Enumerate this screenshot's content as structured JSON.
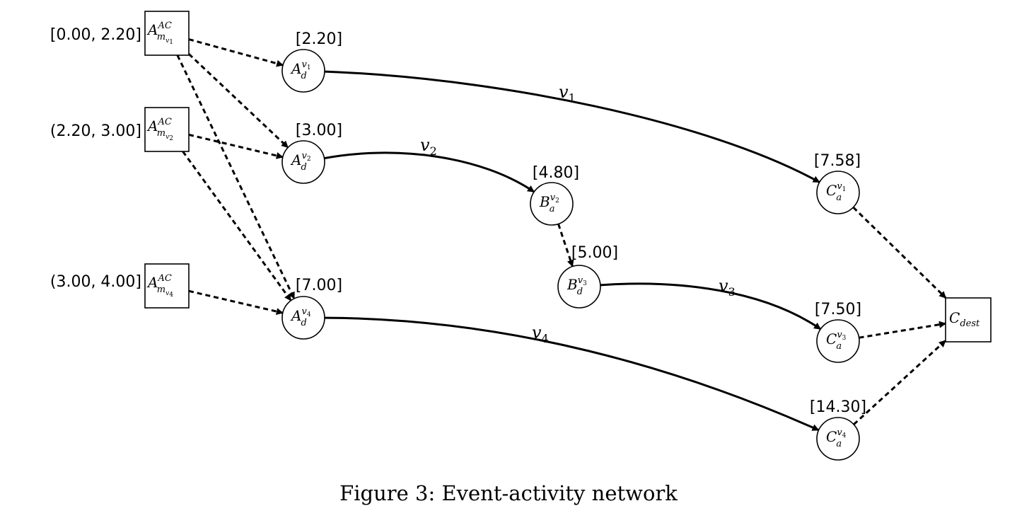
{
  "caption": "Figure 3: Event-activity network",
  "nodes": {
    "am1": {
      "shape": "box",
      "base": "A",
      "sup": "AC",
      "sub": "m",
      "subsub": "v",
      "subsubidx": "1",
      "time": "[0.00, 2.20]"
    },
    "am2": {
      "shape": "box",
      "base": "A",
      "sup": "AC",
      "sub": "m",
      "subsub": "v",
      "subsubidx": "2",
      "time": "(2.20, 3.00]"
    },
    "am4": {
      "shape": "box",
      "base": "A",
      "sup": "AC",
      "sub": "m",
      "subsub": "v",
      "subsubidx": "4",
      "time": "(3.00, 4.00]"
    },
    "ad1": {
      "shape": "circle",
      "base": "A",
      "sup": "v",
      "supidx": "1",
      "sub": "d",
      "time": "[2.20]"
    },
    "ad2": {
      "shape": "circle",
      "base": "A",
      "sup": "v",
      "supidx": "2",
      "sub": "d",
      "time": "[3.00]"
    },
    "ad4": {
      "shape": "circle",
      "base": "A",
      "sup": "v",
      "supidx": "4",
      "sub": "d",
      "time": "[7.00]"
    },
    "ba2": {
      "shape": "circle",
      "base": "B",
      "sup": "v",
      "supidx": "2",
      "sub": "a",
      "time": "[4.80]"
    },
    "bd3": {
      "shape": "circle",
      "base": "B",
      "sup": "v",
      "supidx": "3",
      "sub": "d",
      "time": "[5.00]"
    },
    "ca1": {
      "shape": "circle",
      "base": "C",
      "sup": "v",
      "supidx": "1",
      "sub": "a",
      "time": "[7.58]"
    },
    "ca3": {
      "shape": "circle",
      "base": "C",
      "sup": "v",
      "supidx": "3",
      "sub": "a",
      "time": "[7.50]"
    },
    "ca4": {
      "shape": "circle",
      "base": "C",
      "sup": "v",
      "supidx": "4",
      "sub": "a",
      "time": "[14.30]"
    },
    "cdest": {
      "shape": "box",
      "base": "C",
      "sub": "dest"
    }
  },
  "edges": [
    {
      "from": "am1",
      "to": "ad1",
      "style": "dashed"
    },
    {
      "from": "am1",
      "to": "ad2",
      "style": "dashed"
    },
    {
      "from": "am1",
      "to": "ad4",
      "style": "dashed"
    },
    {
      "from": "am2",
      "to": "ad2",
      "style": "dashed"
    },
    {
      "from": "am2",
      "to": "ad4",
      "style": "dashed"
    },
    {
      "from": "am4",
      "to": "ad4",
      "style": "dashed"
    },
    {
      "from": "ad1",
      "to": "ca1",
      "style": "solid",
      "label": "v",
      "label_idx": "1"
    },
    {
      "from": "ad2",
      "to": "ba2",
      "style": "solid",
      "label": "v",
      "label_idx": "2"
    },
    {
      "from": "ba2",
      "to": "bd3",
      "style": "dashed"
    },
    {
      "from": "bd3",
      "to": "ca3",
      "style": "solid",
      "label": "v",
      "label_idx": "3"
    },
    {
      "from": "ad4",
      "to": "ca4",
      "style": "solid",
      "label": "v",
      "label_idx": "4"
    },
    {
      "from": "ca1",
      "to": "cdest",
      "style": "dashed"
    },
    {
      "from": "ca3",
      "to": "cdest",
      "style": "dashed"
    },
    {
      "from": "ca4",
      "to": "cdest",
      "style": "dashed"
    }
  ]
}
